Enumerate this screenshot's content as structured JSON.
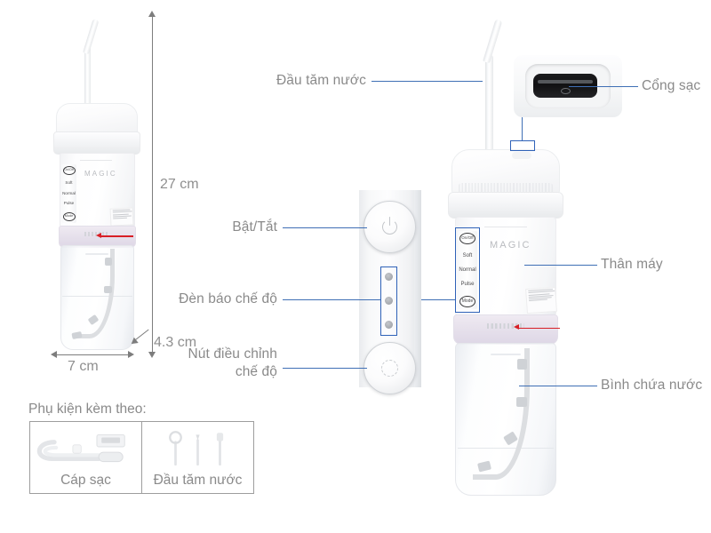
{
  "page": {
    "background": "#ffffff",
    "leader_color": "#3f6fb5",
    "label_color": "#8a8a8a",
    "dimension_color": "#8f8f8f",
    "accent_red": "#d81f26"
  },
  "product": {
    "brand": "MAGIC",
    "mode_strip": {
      "top_button": "On/Off",
      "modes": [
        "Soft",
        "Normal",
        "Pulse"
      ],
      "bottom_button": "Mode"
    }
  },
  "dimensions": {
    "height": "27 cm",
    "width": "7 cm",
    "depth": "4.3 cm"
  },
  "callouts": {
    "nozzle": "Đầu tăm nước",
    "charging_port": "Cổng sạc",
    "body": "Thân máy",
    "water_tank": "Bình chứa nước",
    "power": "Bật/Tắt",
    "mode_leds": "Đèn báo chế độ",
    "mode_button_line1": "Nút điều chỉnh",
    "mode_button_line2": "chế độ"
  },
  "accessories": {
    "title": "Phụ kiện kèm theo:",
    "items": [
      {
        "label": "Cáp sạc",
        "icon": "usb-cable-icon"
      },
      {
        "label": "Đầu tăm nước",
        "icon": "nozzle-tips-icon"
      }
    ]
  }
}
